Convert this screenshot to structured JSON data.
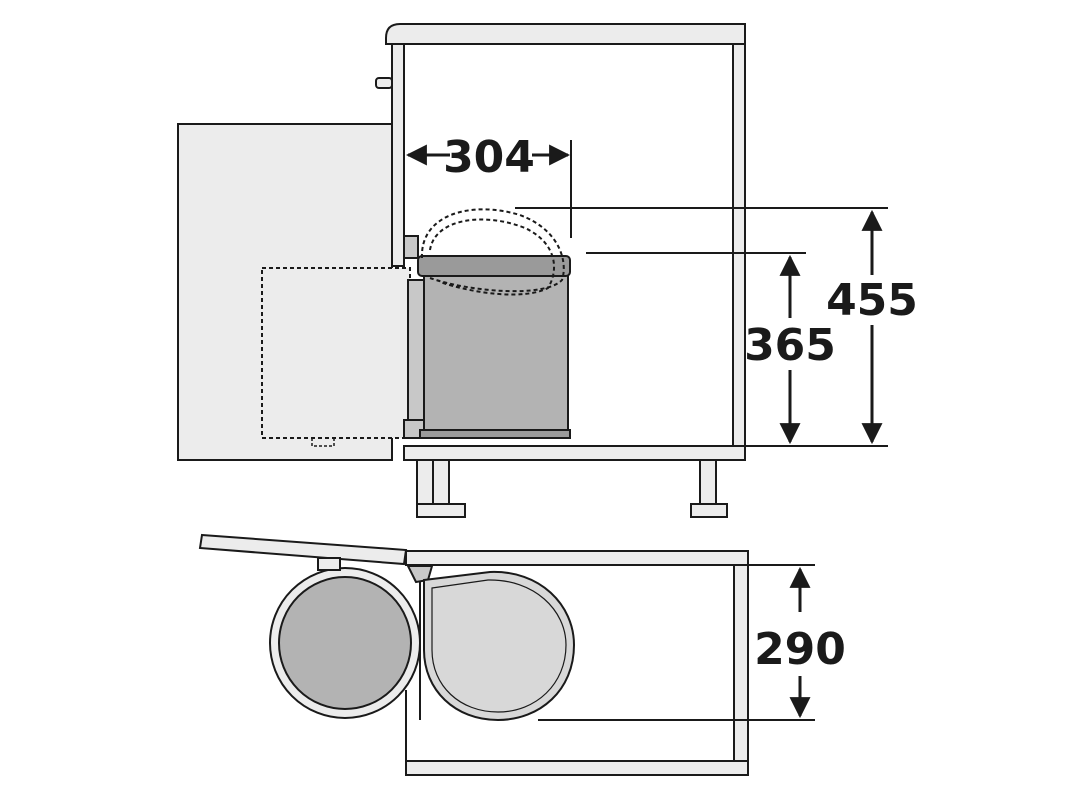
{
  "dimensions": {
    "depth": "304",
    "height_total": "455",
    "height_bin": "365",
    "width_plan": "290"
  },
  "colors": {
    "ink": "#1a1a1a",
    "panel_fill": "#ececec",
    "bin_fill": "#b3b3b3",
    "bin_light": "#d8d8d8",
    "rim_fill": "#9a9a9a"
  }
}
